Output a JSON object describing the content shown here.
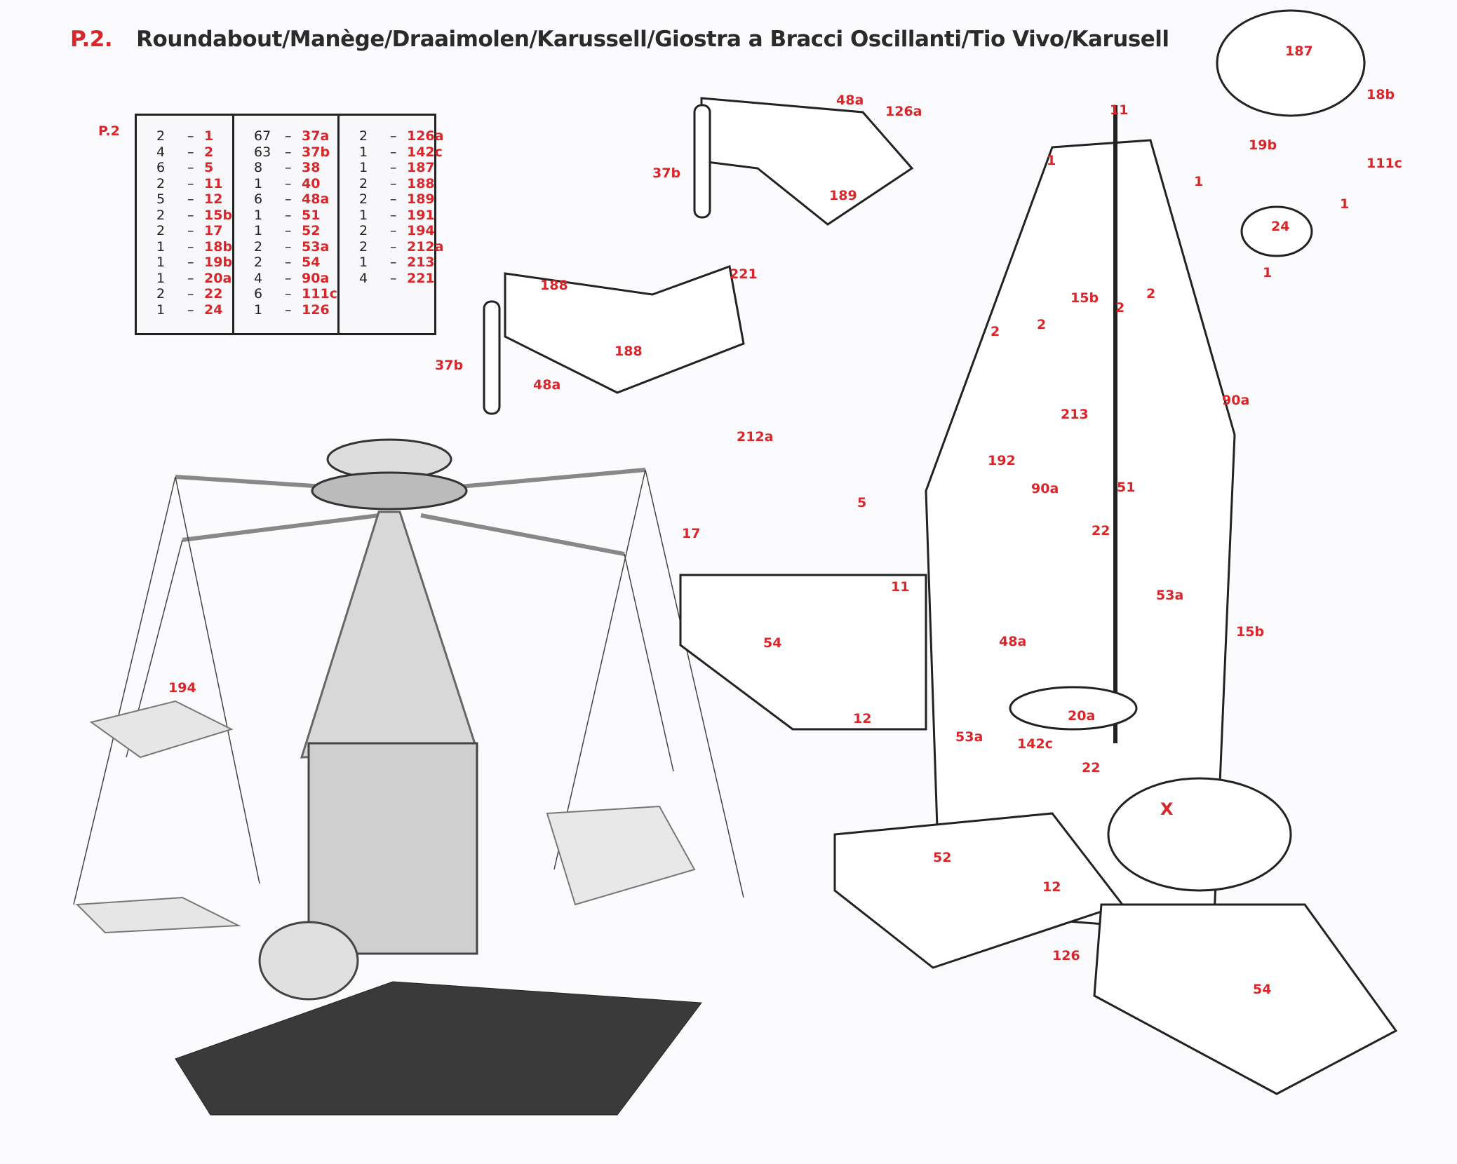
{
  "header": {
    "code": "P.2.",
    "title": "Roundabout/Manège/Draaimolen/Karussell/Giostra a Bracci Oscillanti/Tio Vivo/Karusell"
  },
  "parts_list": {
    "label": "P.2",
    "columns": [
      [
        {
          "qty": "2",
          "part": "1"
        },
        {
          "qty": "4",
          "part": "2"
        },
        {
          "qty": "6",
          "part": "5"
        },
        {
          "qty": "2",
          "part": "11"
        },
        {
          "qty": "5",
          "part": "12"
        },
        {
          "qty": "2",
          "part": "15b"
        },
        {
          "qty": "2",
          "part": "17"
        },
        {
          "qty": "1",
          "part": "18b"
        },
        {
          "qty": "1",
          "part": "19b"
        },
        {
          "qty": "1",
          "part": "20a"
        },
        {
          "qty": "2",
          "part": "22"
        },
        {
          "qty": "1",
          "part": "24"
        }
      ],
      [
        {
          "qty": "67",
          "part": "37a"
        },
        {
          "qty": "63",
          "part": "37b"
        },
        {
          "qty": "8",
          "part": "38"
        },
        {
          "qty": "1",
          "part": "40"
        },
        {
          "qty": "6",
          "part": "48a"
        },
        {
          "qty": "1",
          "part": "51"
        },
        {
          "qty": "1",
          "part": "52"
        },
        {
          "qty": "2",
          "part": "53a"
        },
        {
          "qty": "2",
          "part": "54"
        },
        {
          "qty": "4",
          "part": "90a"
        },
        {
          "qty": "6",
          "part": "111c"
        },
        {
          "qty": "1",
          "part": "126"
        }
      ],
      [
        {
          "qty": "2",
          "part": "126a"
        },
        {
          "qty": "1",
          "part": "142c"
        },
        {
          "qty": "1",
          "part": "187"
        },
        {
          "qty": "2",
          "part": "188"
        },
        {
          "qty": "2",
          "part": "189"
        },
        {
          "qty": "1",
          "part": "191"
        },
        {
          "qty": "2",
          "part": "194"
        },
        {
          "qty": "2",
          "part": "212a"
        },
        {
          "qty": "1",
          "part": "213"
        },
        {
          "qty": "4",
          "part": "221"
        }
      ]
    ],
    "dash": "–"
  },
  "callouts": [
    "48a",
    "126a",
    "37b",
    "189",
    "221",
    "188",
    "188",
    "37b",
    "48a",
    "11",
    "187",
    "18b",
    "19b",
    "111c",
    "24",
    "1",
    "1",
    "1",
    "15b",
    "2",
    "2",
    "2",
    "2",
    "90a",
    "213",
    "192",
    "90a",
    "51",
    "22",
    "212a",
    "5",
    "17",
    "11",
    "54",
    "53a",
    "15b",
    "48a",
    "12",
    "20a",
    "53a",
    "142c",
    "22",
    "X",
    "52",
    "12",
    "126",
    "54",
    "194",
    "1"
  ]
}
